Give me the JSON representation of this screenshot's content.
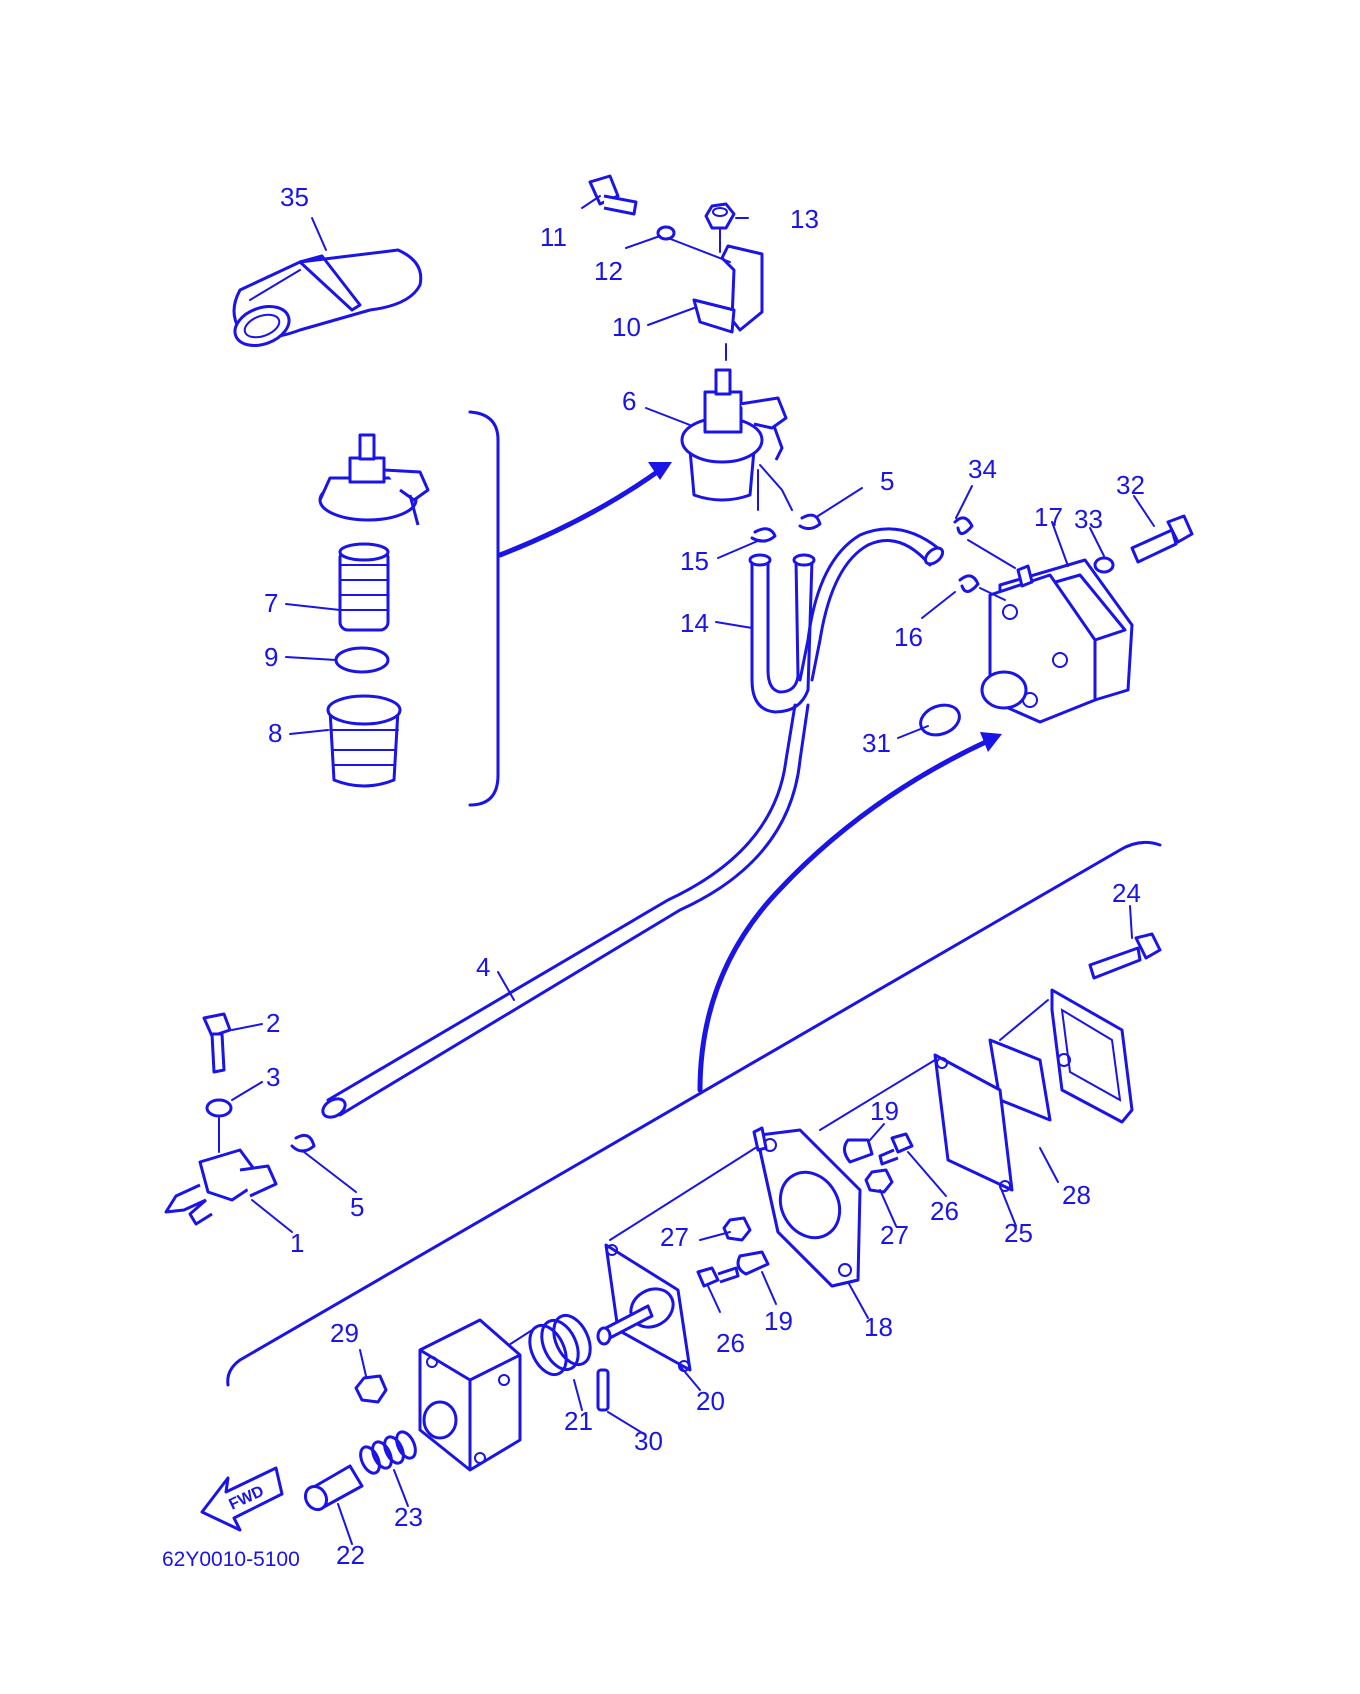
{
  "drawing_code": "62Y0010-5100",
  "direction_label": "FWD",
  "accent_color": "#1a14e6",
  "callouts": [
    "1",
    "2",
    "3",
    "4",
    "5",
    "5",
    "6",
    "7",
    "8",
    "9",
    "10",
    "11",
    "12",
    "13",
    "14",
    "15",
    "16",
    "17",
    "18",
    "19",
    "19",
    "20",
    "21",
    "22",
    "23",
    "24",
    "25",
    "26",
    "26",
    "27",
    "27",
    "28",
    "29",
    "30",
    "31",
    "32",
    "33",
    "34",
    "35"
  ]
}
